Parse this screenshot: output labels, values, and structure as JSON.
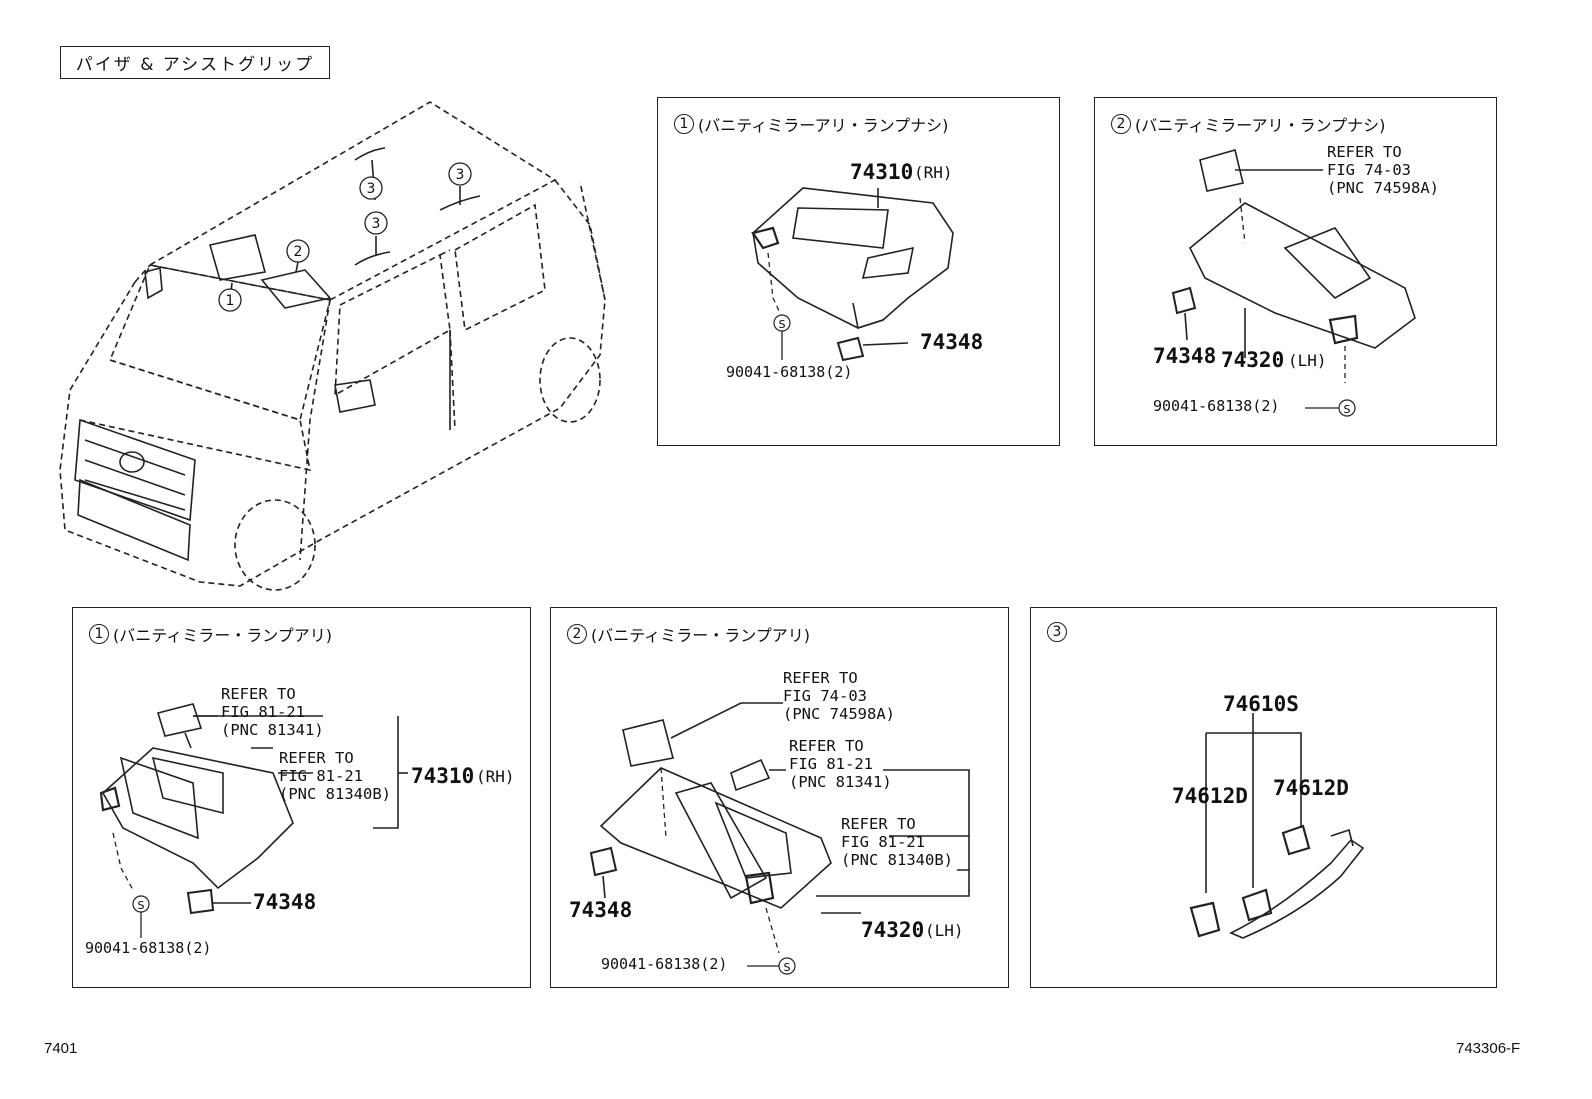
{
  "title": "パイザ & アシストグリップ",
  "car": {
    "callouts": [
      "1",
      "2",
      "3",
      "3",
      "3"
    ]
  },
  "panels": {
    "p1": {
      "number": "1",
      "caption": "(バニティミラーアリ・ランプナシ)",
      "visor_pn": "74310",
      "visor_side": "(RH)",
      "clip_pn": "74348",
      "screw_pn": "90041-68138(2)"
    },
    "p2": {
      "number": "2",
      "caption": "(バニティミラーアリ・ランプナシ)",
      "refer": "REFER TO\nFIG 74-03\n(PNC 74598A)",
      "visor_pn": "74320",
      "visor_side": "(LH)",
      "clip_pn": "74348",
      "screw_pn": "90041-68138(2)"
    },
    "p3": {
      "number": "1",
      "caption": "(バニティミラー・ランプアリ)",
      "refer1": "REFER TO\nFIG 81-21\n(PNC 81341)",
      "refer2": "REFER TO\nFIG 81-21\n(PNC 81340B)",
      "visor_pn": "74310",
      "visor_side": "(RH)",
      "clip_pn": "74348",
      "screw_pn": "90041-68138(2)"
    },
    "p4": {
      "number": "2",
      "caption": "(バニティミラー・ランプアリ)",
      "refer1": "REFER TO\nFIG 74-03\n(PNC 74598A)",
      "refer2": "REFER TO\nFIG 81-21\n(PNC 81341)",
      "refer3": "REFER TO\nFIG 81-21\n(PNC 81340B)",
      "clip_pn": "74348",
      "visor_pn": "74320",
      "visor_side": "(LH)",
      "screw_pn": "90041-68138(2)"
    },
    "p5": {
      "number": "3",
      "grip_pn": "74610S",
      "cover_left": "74612D",
      "cover_right": "74612D"
    }
  },
  "screw_symbol": "S",
  "footer": {
    "page": "7401",
    "figure": "743306-F"
  }
}
